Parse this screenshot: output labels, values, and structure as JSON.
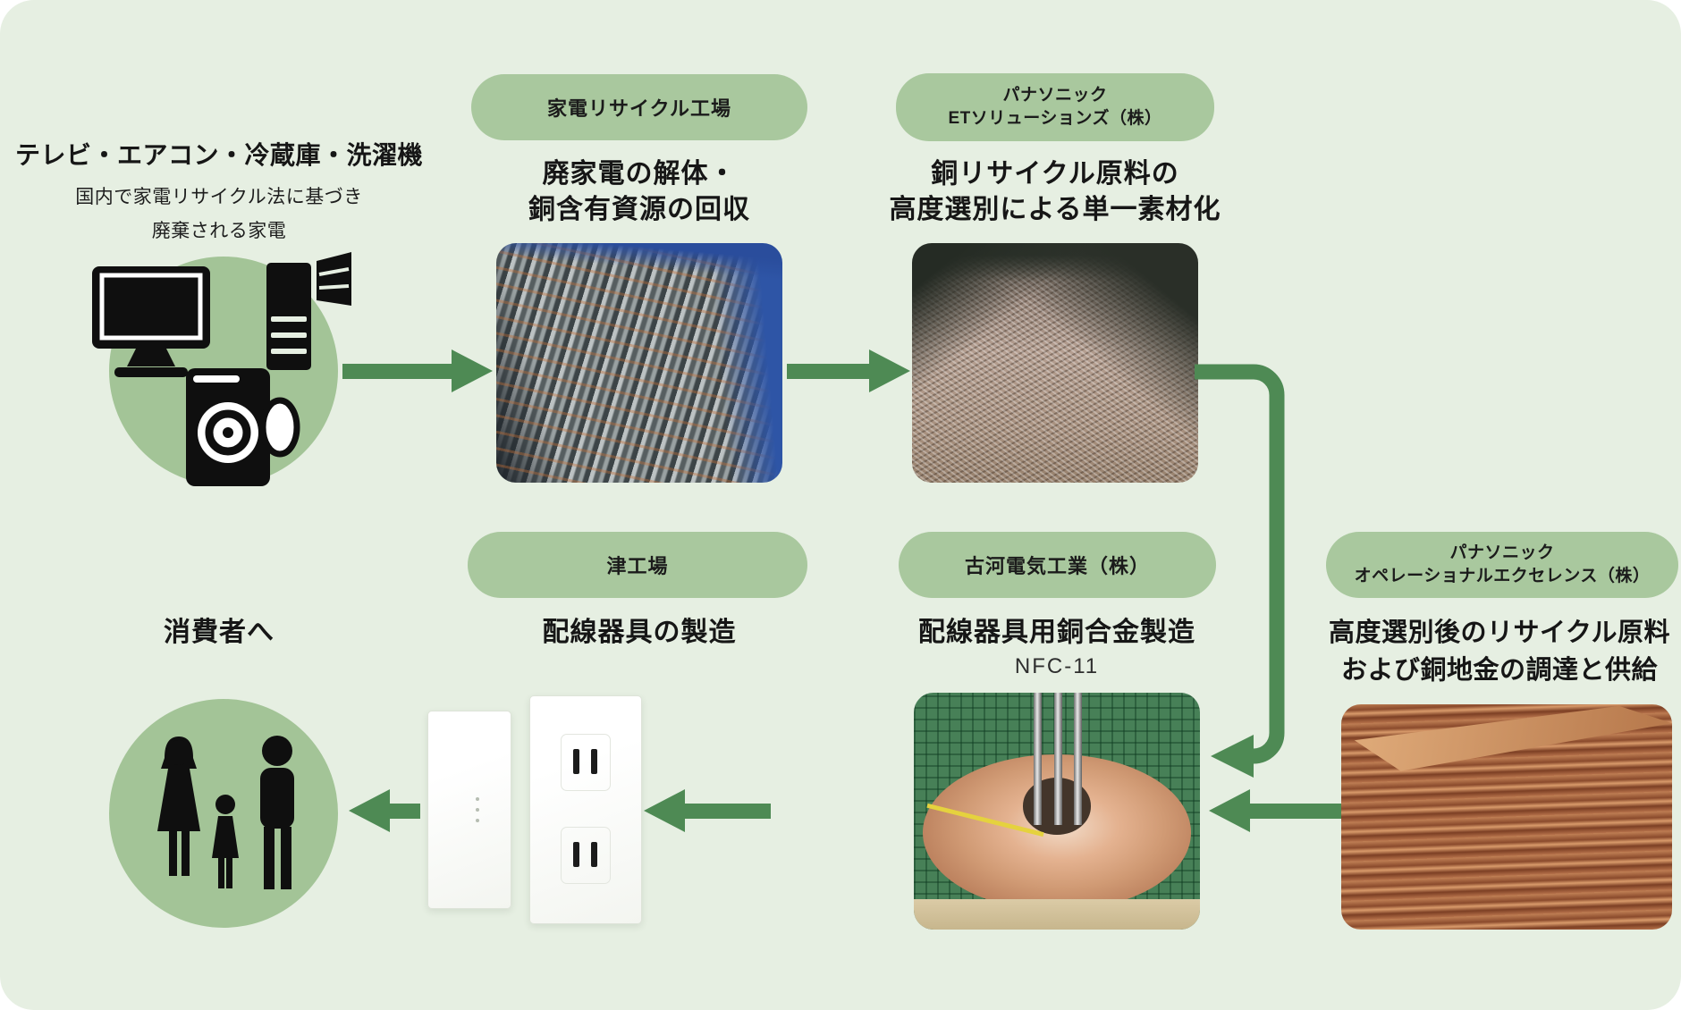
{
  "diagram": {
    "intake": {
      "title": "テレビ・エアコン・冷蔵庫・洗濯機",
      "subtitle_line1": "国内で家電リサイクル法に基づき",
      "subtitle_line2": "廃棄される家電",
      "icons": [
        "tv-icon",
        "refrigerator-icon",
        "washing-machine-icon"
      ]
    },
    "recycle_plant": {
      "badge": "家電リサイクル工場",
      "heading_line1": "廃家電の解体・",
      "heading_line2": "銅含有資源の回収"
    },
    "et_solutions": {
      "badge_line1": "パナソニック",
      "badge_line2": "ETソリューションズ（株）",
      "heading_line1": "銅リサイクル原料の",
      "heading_line2": "高度選別による単一素材化"
    },
    "procurement": {
      "badge_line1": "パナソニック",
      "badge_line2": "オペレーショナルエクセレンス（株）",
      "heading_line1": "高度選別後のリサイクル原料",
      "heading_line2": "および銅地金の調達と供給"
    },
    "alloy": {
      "badge": "古河電気工業（株）",
      "heading": "配線器具用銅合金製造",
      "subheading": "NFC-11"
    },
    "devices": {
      "badge": "津工場",
      "heading": "配線器具の製造"
    },
    "consumers": {
      "heading": "消費者へ",
      "icon": "family-icon"
    },
    "colors": {
      "panel_bg": "#e6efe2",
      "badge_green": "#a9c89e",
      "icon_circle_green": "#a3c497",
      "arrow_green": "#4e8a54",
      "text": "#161616"
    }
  }
}
